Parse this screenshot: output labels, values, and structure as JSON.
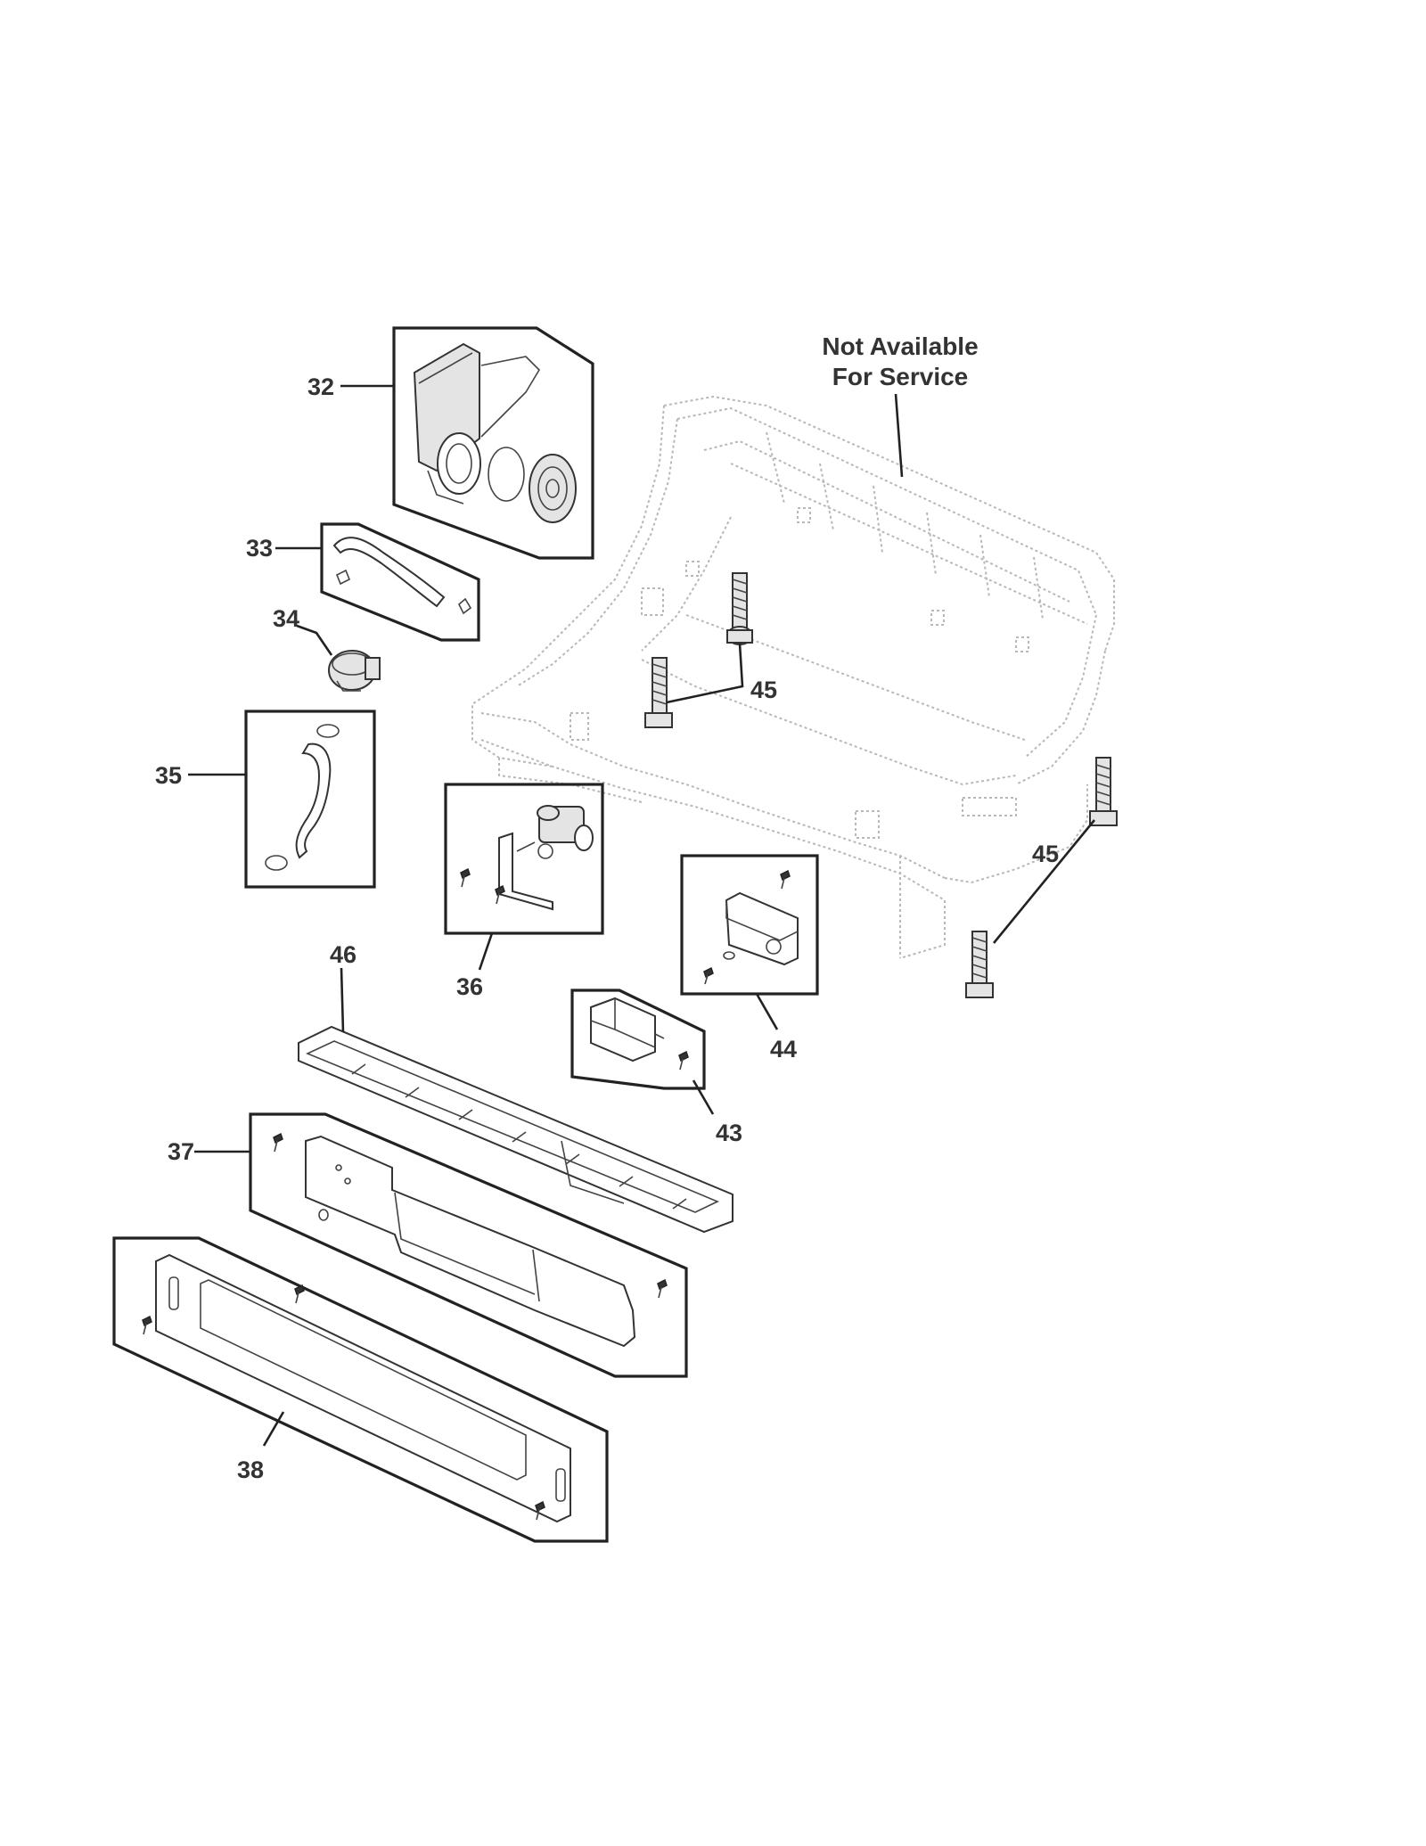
{
  "note": {
    "line1": "Not Available",
    "line2": "For Service"
  },
  "callouts": {
    "p32": "32",
    "p33": "33",
    "p34": "34",
    "p35": "35",
    "p36": "36",
    "p37": "37",
    "p38": "38",
    "p43": "43",
    "p44": "44",
    "p45a": "45",
    "p45b": "45",
    "p46": "46"
  }
}
